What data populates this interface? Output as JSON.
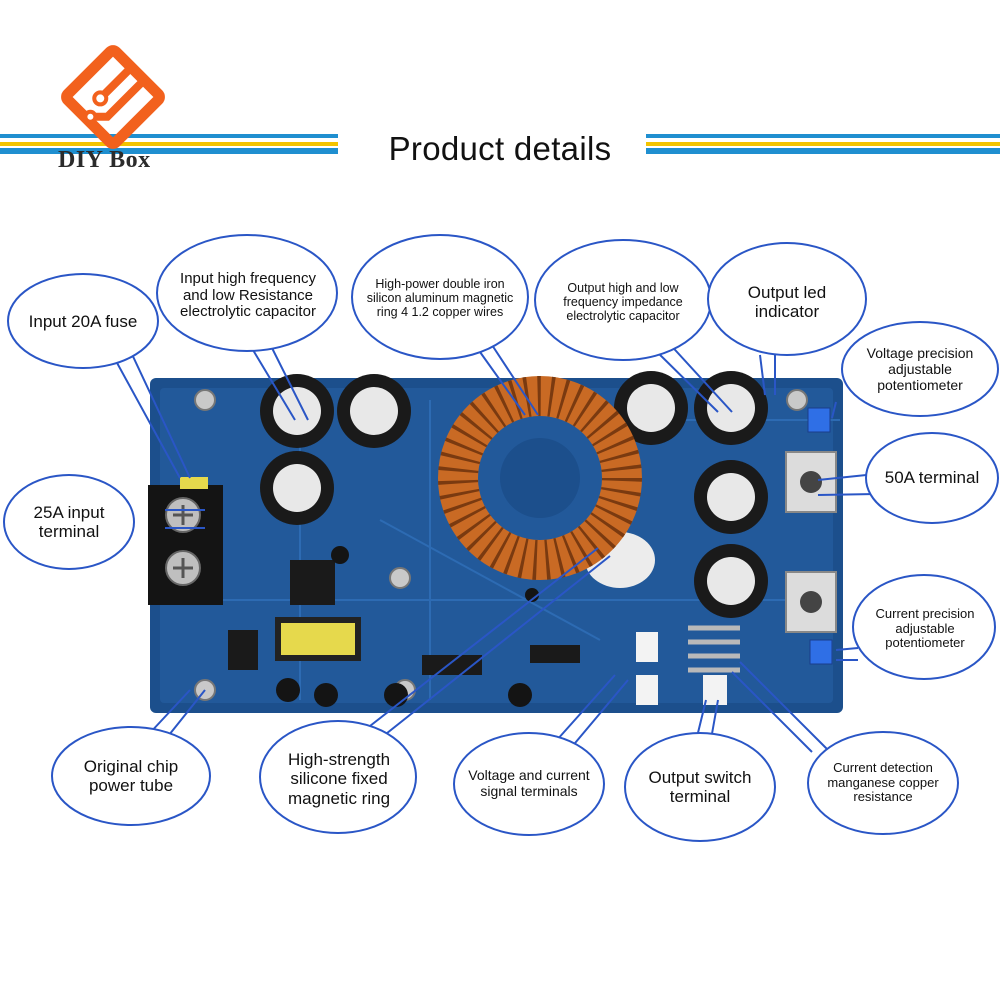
{
  "brand": {
    "name": "DIY Box"
  },
  "page": {
    "title": "Product details"
  },
  "colors": {
    "stripe_blue": "#1f8fd0",
    "stripe_yellow": "#f2c300",
    "logo_orange": "#f2611d",
    "board_blue": "#1c4f8c",
    "callout_border": "#2a56c6",
    "coil_copper": "#c96a24"
  },
  "callouts": {
    "fuse": "Input 20A fuse",
    "input_capacitor": "Input high frequency and low Resistance electrolytic capacitor",
    "magnetic_ring": "High-power double iron silicon aluminum magnetic ring 4 1.2 copper wires",
    "output_capacitor": "Output high and low frequency impedance electrolytic capacitor",
    "output_led": "Output led indicator",
    "voltage_pot": "Voltage precision adjustable potentiometer",
    "input_terminal": "25A input terminal",
    "terminal_50a": "50A terminal",
    "current_pot": "Current precision adjustable potentiometer",
    "power_tube": "Original chip power tube",
    "silicone_ring": "High-strength silicone fixed magnetic ring",
    "signal_terminals": "Voltage and current signal terminals",
    "switch_terminal": "Output switch terminal",
    "shunt_resistance": "Current detection manganese copper resistance"
  }
}
